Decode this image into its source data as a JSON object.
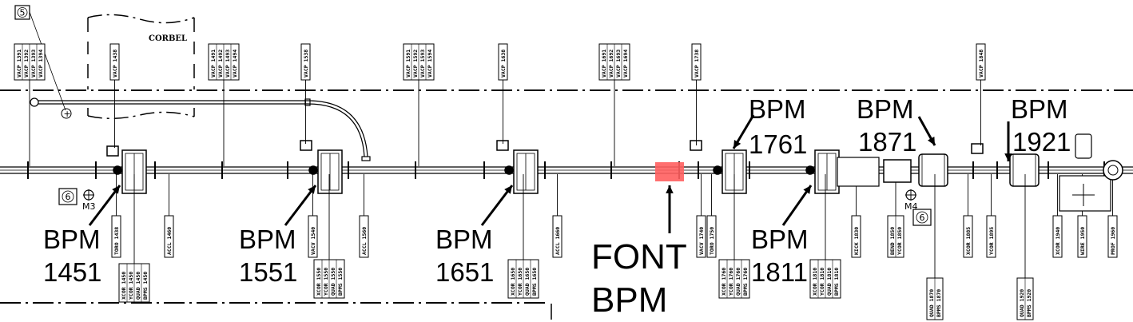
{
  "corbel_label": "CORBEL",
  "markers": {
    "m3": "M3",
    "m4": "M4",
    "ref5": "5",
    "ref6a": "6",
    "ref6b": "6"
  },
  "bpm_callouts": [
    {
      "word": "BPM",
      "num": "1451"
    },
    {
      "word": "BPM",
      "num": "1551"
    },
    {
      "word": "BPM",
      "num": "1651"
    },
    {
      "word": "BPM",
      "num": "1761"
    },
    {
      "word": "BPM",
      "num": "1811"
    },
    {
      "word": "BPM",
      "num": "1871"
    },
    {
      "word": "BPM",
      "num": "1921"
    }
  ],
  "font_bpm": {
    "line1": "FONT",
    "line2": "BPM",
    "highlight_color": "#ff5f5f"
  },
  "top_tags": [
    {
      "lines": [
        "VACP 1391",
        "VACP 1392",
        "VACP 1393",
        "VACP 1394"
      ]
    },
    {
      "lines": [
        "VACP 1438"
      ]
    },
    {
      "lines": [
        "VACP 1491",
        "VACP 1492",
        "VACP 1493",
        "VACP 1494"
      ]
    },
    {
      "lines": [
        "VACP 1538"
      ]
    },
    {
      "lines": [
        "VACP 1591",
        "VACP 1592",
        "VACP 1593",
        "VACP 1594"
      ]
    },
    {
      "lines": [
        "VACP 1638"
      ]
    },
    {
      "lines": [
        "VACP 1691",
        "VACP 1692",
        "VACP 1693",
        "VACP 1694"
      ]
    },
    {
      "lines": [
        "VACP 1738"
      ]
    },
    {
      "lines": [
        "VACP 1848"
      ]
    }
  ],
  "bottom_tags": [
    {
      "lines": [
        "TORO 1438"
      ]
    },
    {
      "lines": [
        "XCOR 1450",
        "YCOR 1450",
        "QUAD 1450",
        "BPMS 1450"
      ]
    },
    {
      "lines": [
        "ACCL 1460"
      ]
    },
    {
      "lines": [
        "VACV 1540"
      ]
    },
    {
      "lines": [
        "XCOR 1550",
        "YCOR 1550",
        "QUAD 1550",
        "BPMS 1550"
      ]
    },
    {
      "lines": [
        "ACCL 1560"
      ]
    },
    {
      "lines": [
        "XCOR 1650",
        "YCOR 1650",
        "QUAD 1650",
        "BPMS 1650"
      ]
    },
    {
      "lines": [
        "ACCL 1660"
      ]
    },
    {
      "lines": [
        "VACV 1740"
      ]
    },
    {
      "lines": [
        "TORO 1750"
      ]
    },
    {
      "lines": [
        "XCOR 1760",
        "YCOR 1760",
        "QUAD 1760",
        "BPMS 1760"
      ]
    },
    {
      "lines": [
        "XCOR 1810",
        "YCOR 1810",
        "QUAD 1810",
        "BPMS 1810"
      ]
    },
    {
      "lines": [
        "KICK 1830"
      ]
    },
    {
      "lines": [
        "BEND 1850",
        "YCOR 1850"
      ]
    },
    {
      "lines": [
        "QUAD 1870",
        "BPMS 1870"
      ]
    },
    {
      "lines": [
        "XCOR 1885"
      ]
    },
    {
      "lines": [
        "YCOR 1895"
      ]
    },
    {
      "lines": [
        "QUAD 1920",
        "BPMS 1920"
      ]
    },
    {
      "lines": [
        "XCOR 1940"
      ]
    },
    {
      "lines": [
        "WIRE 1950"
      ]
    },
    {
      "lines": [
        "PROF 1960"
      ]
    }
  ]
}
